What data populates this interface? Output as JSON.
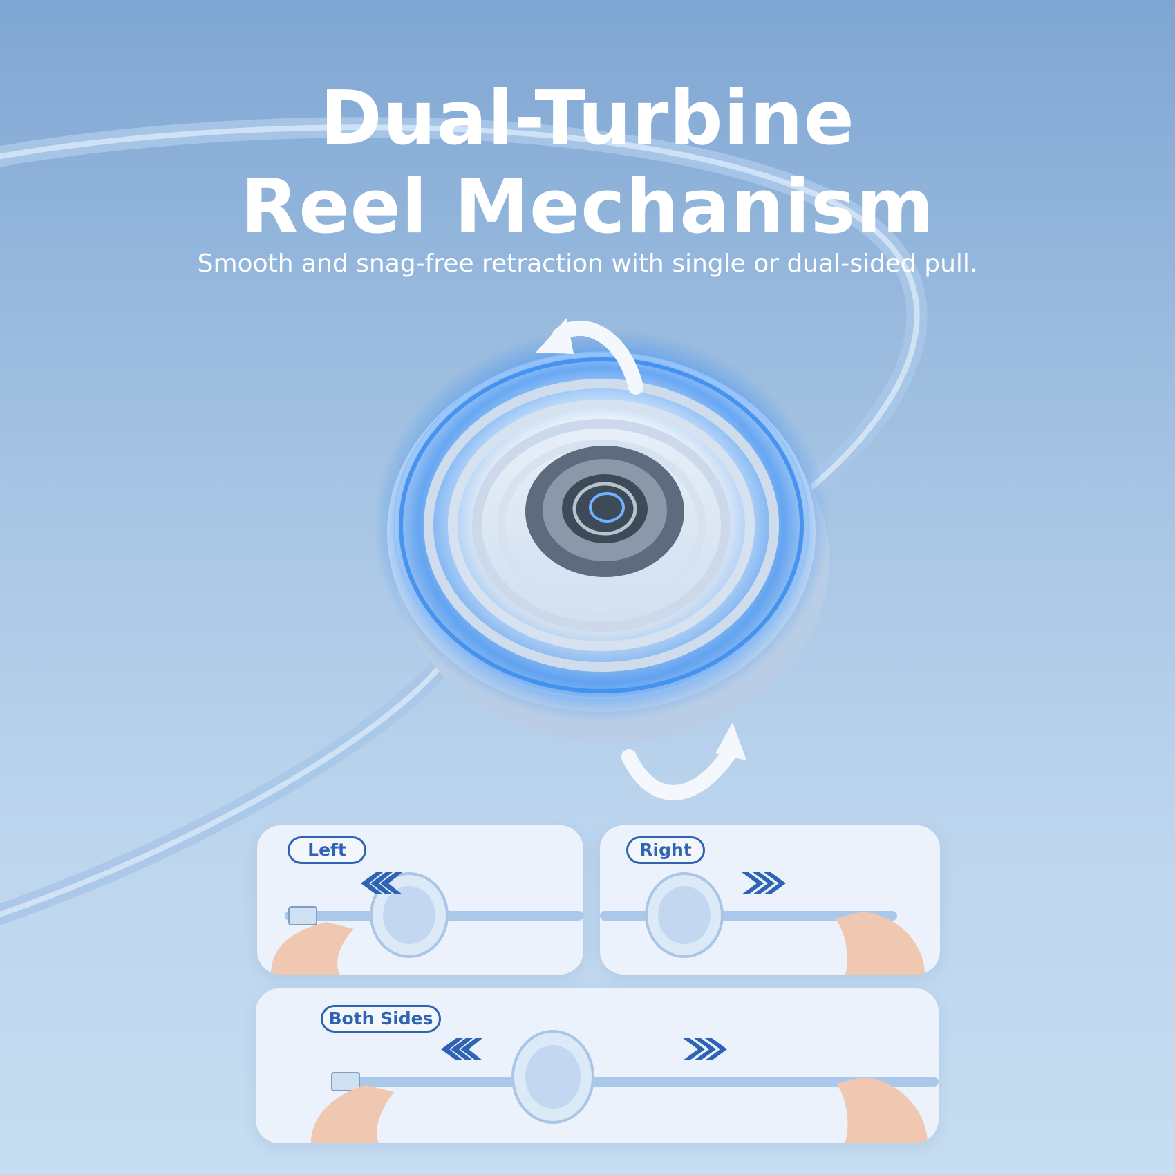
{
  "headline": {
    "line1": "Dual-Turbine",
    "line2": "Reel Mechanism"
  },
  "subtitle": "Smooth and snag-free retraction with single or dual-sided pull.",
  "colors": {
    "label_blue": "#2f63b3",
    "cable_blue": "#a9c8ea",
    "glow_blue": "#3d8ff0"
  },
  "panels": {
    "left": {
      "label": "Left"
    },
    "right": {
      "label": "Right"
    },
    "both": {
      "label": "Both Sides"
    }
  },
  "icons": {
    "rotate_top": "curved-arrow-icon",
    "rotate_bottom": "curved-arrow-icon",
    "pull_left": "chevrons-left-icon",
    "pull_right": "chevrons-right-icon"
  }
}
